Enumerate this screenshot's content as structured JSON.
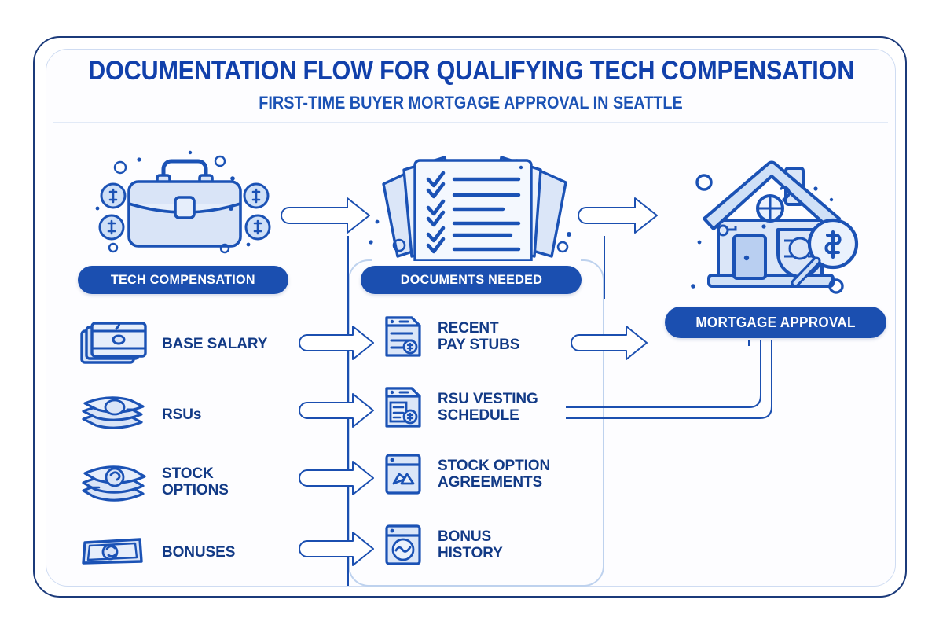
{
  "header": {
    "title": "DOCUMENTATION FLOW FOR QUALIFYING TECH COMPENSATION",
    "subtitle": "FIRST-TIME BUYER MORTGAGE APPROVAL IN SEATTLE"
  },
  "colors": {
    "brand_blue": "#1b4fb0",
    "dark_blue": "#123a86",
    "icon_stroke": "#1b52b5",
    "icon_fill": "#d9e4f7",
    "frame_outer": "#1b3a7a",
    "frame_inner": "#cfdcf2"
  },
  "stages": {
    "compensation": {
      "badge": "TECH COMPENSATION",
      "icon": "briefcase-with-coins-icon"
    },
    "documents": {
      "badge": "DOCUMENTS NEEDED",
      "icon": "checklist-documents-icon"
    },
    "approval": {
      "badge": "MORTGAGE APPROVAL",
      "icon": "house-with-magnifier-icon"
    }
  },
  "compensation_items": [
    {
      "label": "BASE SALARY",
      "icon": "cash-stack-icon"
    },
    {
      "label": "RSUs",
      "icon": "banknotes-stack-icon"
    },
    {
      "label": "STOCK\nOPTIONS",
      "icon": "banknotes-fan-icon"
    },
    {
      "label": "BONUSES",
      "icon": "single-banknote-icon"
    }
  ],
  "document_items": [
    {
      "label": "RECENT\nPAY STUBS",
      "icon": "pay-stub-document-icon"
    },
    {
      "label": "RSU VESTING\nSCHEDULE",
      "icon": "vesting-schedule-document-icon"
    },
    {
      "label": "STOCK OPTION\nAGREEMENTS",
      "icon": "stock-option-document-icon"
    },
    {
      "label": "BONUS\nHISTORY",
      "icon": "bonus-history-document-icon"
    }
  ],
  "arrows": {
    "top_left": "arrow-compensation-to-documents",
    "top_right": "arrow-documents-to-approval",
    "row_arrows": [
      "arrow-base-salary-to-pay-stubs",
      "arrow-rsus-to-vesting-schedule",
      "arrow-stock-options-to-agreements",
      "arrow-bonuses-to-bonus-history"
    ],
    "approval_arrow": "arrow-documents-list-to-mortgage-approval"
  }
}
